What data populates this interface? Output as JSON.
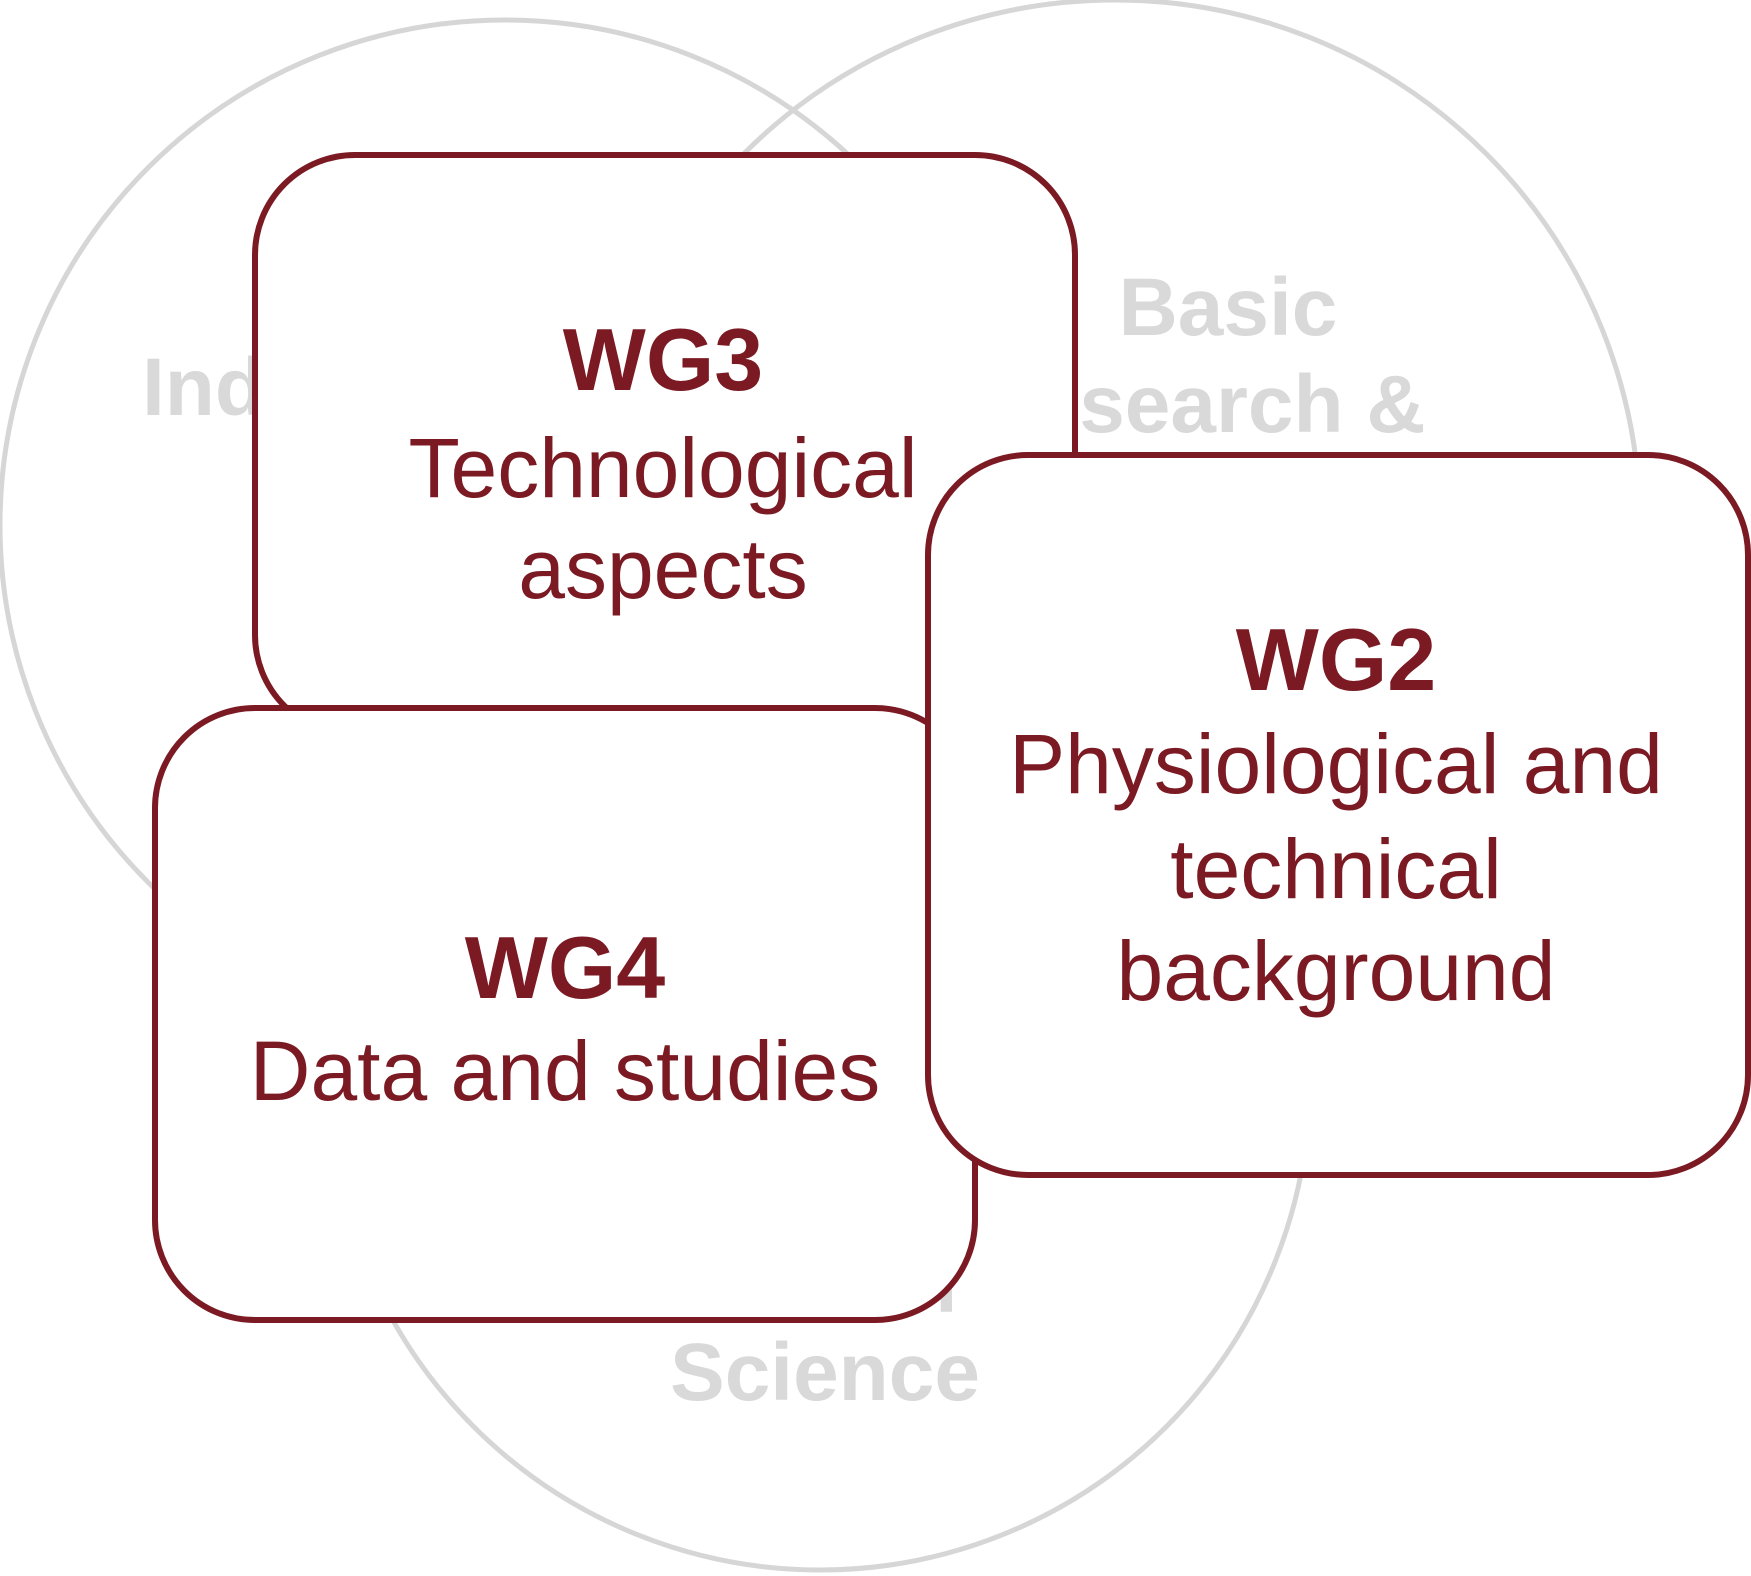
{
  "colors": {
    "circle_stroke": "#d6d6d6",
    "circle_label": "#d9d9d9",
    "box_stroke": "#7b1a23",
    "box_text": "#7b1a23"
  },
  "circles": {
    "left": {
      "label_lines": [
        "Ind"
      ]
    },
    "right": {
      "label_lines": [
        "Basic",
        "Research &"
      ]
    },
    "bottom": {
      "label_lines": [
        "l",
        "Science"
      ]
    }
  },
  "boxes": {
    "wg3": {
      "title": "WG3",
      "lines": [
        "Technological",
        "aspects"
      ]
    },
    "wg4": {
      "title": "WG4",
      "lines": [
        "Data and studies"
      ]
    },
    "wg2": {
      "title": "WG2",
      "lines": [
        "Physiological and",
        "technical",
        "background"
      ]
    }
  }
}
